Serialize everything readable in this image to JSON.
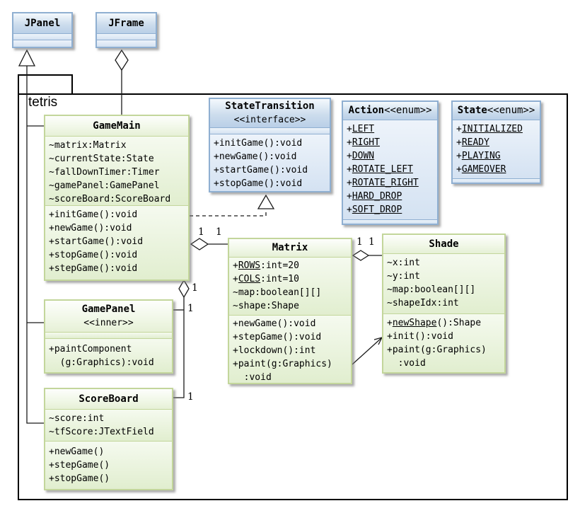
{
  "package": {
    "name": "tetris"
  },
  "boxes": {
    "jpanel": {
      "name": "JPanel"
    },
    "jframe": {
      "name": "JFrame"
    },
    "gamemain": {
      "name": "GameMain",
      "attrs": [
        {
          "pre": "~matrix:Matrix"
        },
        {
          "pre": "~currentState:State"
        },
        {
          "pre": "~fallDownTimer:Timer"
        },
        {
          "pre": "~gamePanel:GamePanel"
        },
        {
          "pre": "~scoreBoard:ScoreBoard"
        }
      ],
      "methods": [
        {
          "pre": "+initGame():void"
        },
        {
          "pre": "+newGame():void"
        },
        {
          "pre": "+startGame():void"
        },
        {
          "pre": "+stopGame():void"
        },
        {
          "pre": "+stepGame():void"
        }
      ]
    },
    "statetransition": {
      "name": "StateTransition",
      "stereotype": "<<interface>>",
      "methods": [
        {
          "pre": "+initGame():void"
        },
        {
          "pre": "+newGame():void"
        },
        {
          "pre": "+startGame():void"
        },
        {
          "pre": "+stopGame():void"
        }
      ]
    },
    "action": {
      "name": "Action",
      "suffix": "<<enum>>",
      "attrs": [
        {
          "pre": "+",
          "u": "LEFT"
        },
        {
          "pre": "+",
          "u": "RIGHT"
        },
        {
          "pre": "+",
          "u": "DOWN"
        },
        {
          "pre": "+",
          "u": "ROTATE_LEFT"
        },
        {
          "pre": "+",
          "u": "ROTATE_RIGHT"
        },
        {
          "pre": "+",
          "u": "HARD_DROP"
        },
        {
          "pre": "+",
          "u": "SOFT_DROP"
        }
      ]
    },
    "state": {
      "name": "State",
      "suffix": "<<enum>>",
      "attrs": [
        {
          "pre": "+",
          "u": "INITIALIZED"
        },
        {
          "pre": "+",
          "u": "READY"
        },
        {
          "pre": "+",
          "u": "PLAYING"
        },
        {
          "pre": "+",
          "u": "GAMEOVER"
        }
      ]
    },
    "matrix": {
      "name": "Matrix",
      "attrs": [
        {
          "pre": "+",
          "u": "ROWS",
          "post": ":int=20"
        },
        {
          "pre": "+",
          "u": "COLS",
          "post": ":int=10"
        },
        {
          "pre": "~map:boolean[][]"
        },
        {
          "pre": "~shape:Shape"
        }
      ],
      "methods": [
        {
          "pre": "+newGame():void"
        },
        {
          "pre": "+stepGame():void"
        },
        {
          "pre": "+lockdown():int"
        },
        {
          "pre": "+paint(g:Graphics)"
        },
        {
          "pre": "  :void"
        }
      ]
    },
    "shade": {
      "name": "Shade",
      "attrs": [
        {
          "pre": "~x:int"
        },
        {
          "pre": "~y:int"
        },
        {
          "pre": "~map:boolean[][]"
        },
        {
          "pre": "~shapeIdx:int"
        }
      ],
      "methods": [
        {
          "pre": "+",
          "u": "newShape",
          "post": "():Shape"
        },
        {
          "pre": "+init():void"
        },
        {
          "pre": "+paint(g:Graphics)"
        },
        {
          "pre": "  :void"
        }
      ]
    },
    "gamepanel": {
      "name": "GamePanel",
      "stereotype": "<<inner>>",
      "methods": [
        {
          "pre": "+paintComponent"
        },
        {
          "pre": "  (g:Graphics):void"
        }
      ]
    },
    "scoreboard": {
      "name": "ScoreBoard",
      "attrs": [
        {
          "pre": "~score:int"
        },
        {
          "pre": "~tfScore:JTextField"
        }
      ],
      "methods": [
        {
          "pre": "+newGame()"
        },
        {
          "pre": "+stepGame()"
        },
        {
          "pre": "+stopGame()"
        }
      ]
    }
  },
  "multiplicities": {
    "gamemain_matrix_src": "1",
    "gamemain_matrix_dst": "1",
    "matrix_shade_src": "1",
    "matrix_shade_dst": "1",
    "gamemain_children": "1",
    "gamepanel_end": "1",
    "scoreboard_end": "1"
  }
}
